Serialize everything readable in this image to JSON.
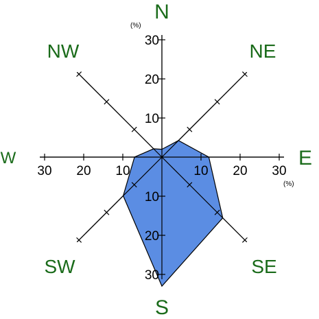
{
  "chart_data": {
    "type": "radar",
    "directions": [
      "N",
      "NE",
      "E",
      "SE",
      "S",
      "SW",
      "W",
      "NW"
    ],
    "values": [
      2,
      6,
      12,
      22,
      33,
      14,
      7,
      3
    ],
    "unit_label": "(%)",
    "tick_values": [
      10,
      20,
      30
    ],
    "range": [
      0,
      30
    ],
    "fill_color": "#5b8de3",
    "label_color": "#1a6b1a"
  }
}
